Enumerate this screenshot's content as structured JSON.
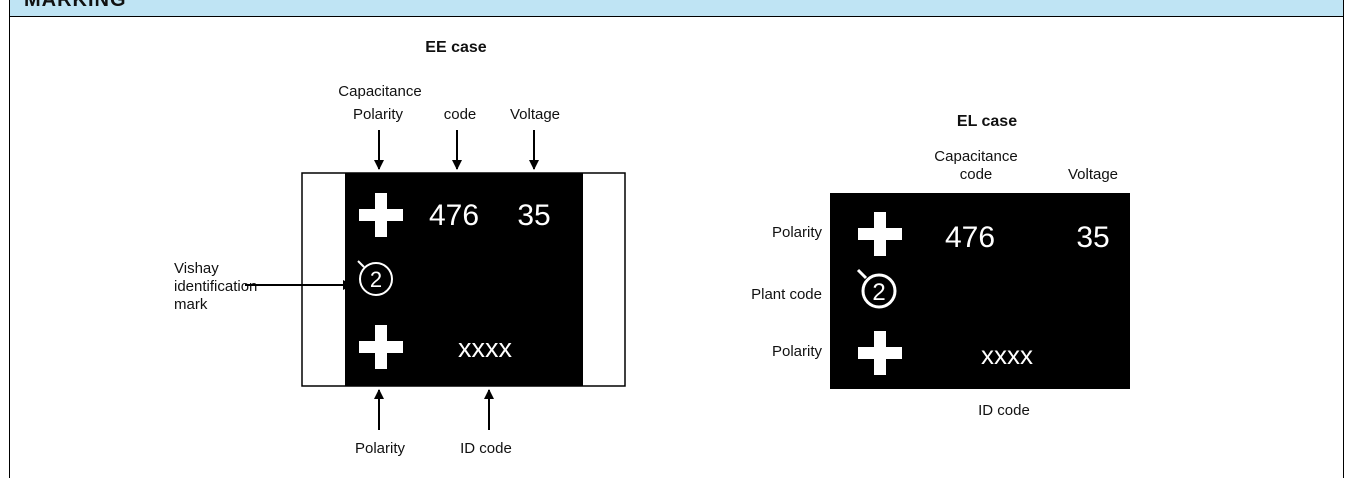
{
  "section": {
    "title": "MARKING"
  },
  "ee_case": {
    "title": "EE case",
    "top_labels": {
      "polarity": "Polarity",
      "capacitance_line1": "Capacitance",
      "capacitance_line2": "code",
      "voltage": "Voltage"
    },
    "side_label_lines": [
      "Vishay",
      "identification",
      "mark"
    ],
    "bottom_labels": {
      "polarity": "Polarity",
      "id_code": "ID code"
    },
    "marking": {
      "capacitance": "476",
      "voltage": "35",
      "plant_digit": "2",
      "id_code": "xxxx"
    },
    "colors": {
      "body": "#000000",
      "terminal": "#ffffff",
      "mark": "#ffffff"
    }
  },
  "el_case": {
    "title": "EL case",
    "top_labels": {
      "capacitance_line1": "Capacitance",
      "capacitance_line2": "code",
      "voltage": "Voltage"
    },
    "side_labels": {
      "polarity_top": "Polarity",
      "plant_code": "Plant code",
      "polarity_bottom": "Polarity"
    },
    "bottom_label": "ID code",
    "marking": {
      "capacitance": "476",
      "voltage": "35",
      "plant_digit": "2",
      "id_code": "xxxx"
    },
    "colors": {
      "body": "#000000",
      "mark": "#ffffff"
    }
  },
  "colors": {
    "header_background": "#bfe4f4",
    "line": "#000000"
  }
}
